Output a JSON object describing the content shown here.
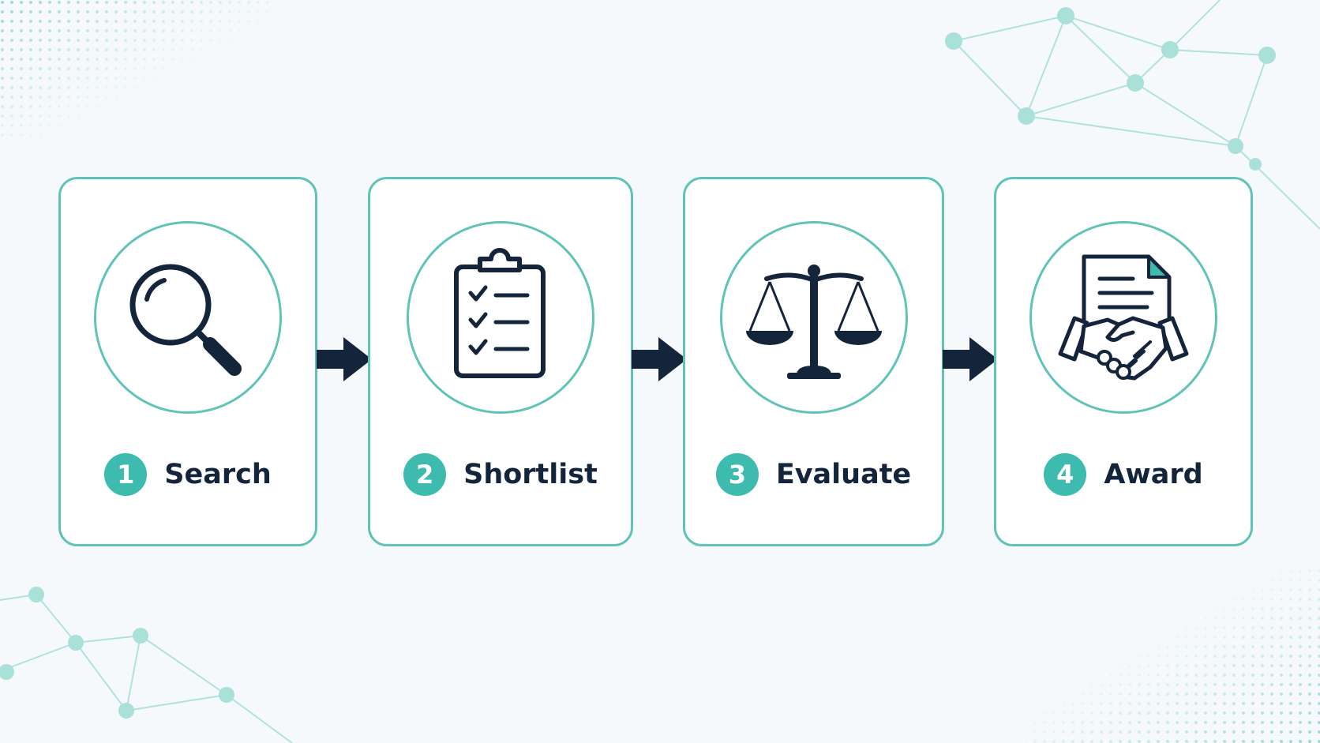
{
  "colors": {
    "accent": "#3dbbae",
    "card_border": "#5fc3b8",
    "ink": "#13243b",
    "background": "#f6f9fb"
  },
  "steps": [
    {
      "number": "1",
      "label": "Search",
      "icon": "magnifying-glass-icon"
    },
    {
      "number": "2",
      "label": "Shortlist",
      "icon": "clipboard-checklist-icon"
    },
    {
      "number": "3",
      "label": "Evaluate",
      "icon": "balance-scale-icon"
    },
    {
      "number": "4",
      "label": "Award",
      "icon": "handshake-contract-icon"
    }
  ],
  "connectors": [
    "arrow-right-icon",
    "arrow-right-icon",
    "arrow-right-icon"
  ]
}
